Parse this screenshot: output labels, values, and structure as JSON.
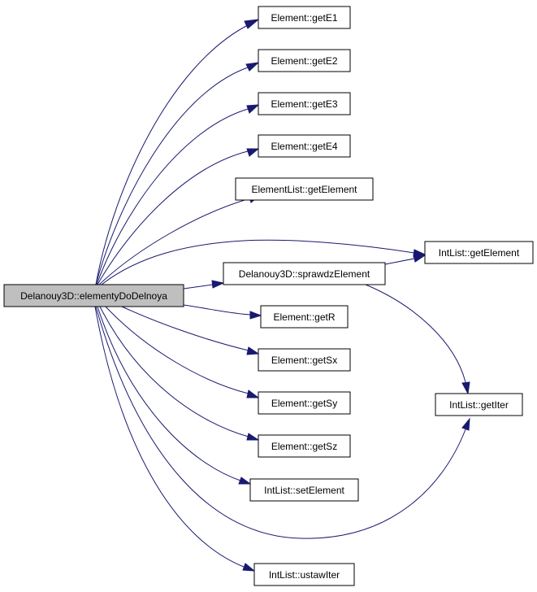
{
  "diagram": {
    "nodes": {
      "root": "Delanouy3D::elementyDoDelnoya",
      "getE1": "Element::getE1",
      "getE2": "Element::getE2",
      "getE3": "Element::getE3",
      "getE4": "Element::getE4",
      "elementListGetElement": "ElementList::getElement",
      "intListGetElement": "IntList::getElement",
      "sprawdzElement": "Delanouy3D::sprawdzElement",
      "getR": "Element::getR",
      "getSx": "Element::getSx",
      "getSy": "Element::getSy",
      "getSz": "Element::getSz",
      "setElement": "IntList::setElement",
      "getIter": "IntList::getIter",
      "ustawIter": "IntList::ustawIter"
    },
    "colors": {
      "edge": "#191970",
      "root_fill": "#bfbfbf",
      "node_fill": "#ffffff",
      "node_border": "#000000"
    }
  }
}
